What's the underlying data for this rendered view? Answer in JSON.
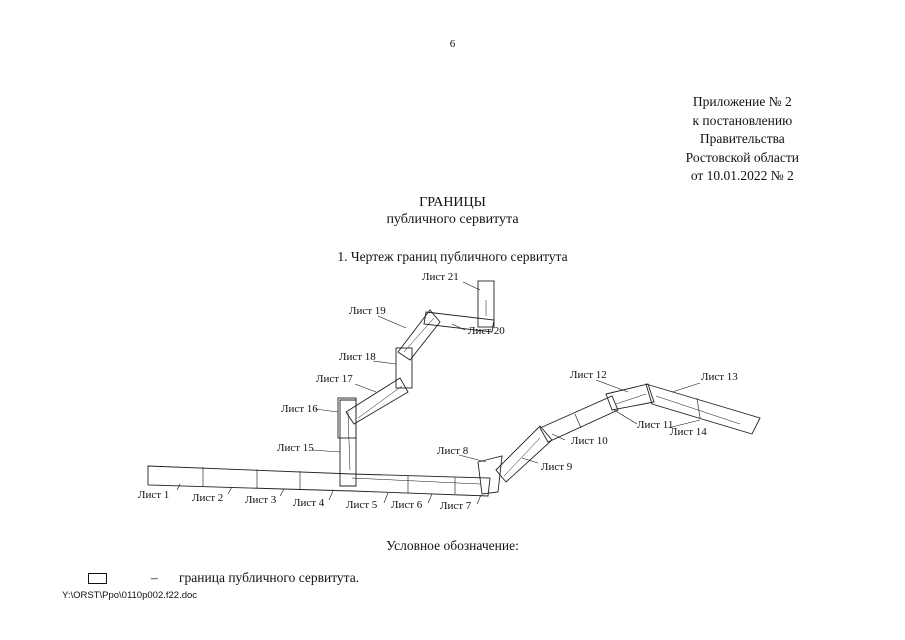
{
  "page_number": "6",
  "appendix": {
    "lines": [
      "Приложение № 2",
      "к постановлению",
      "Правительства",
      "Ростовской области",
      "от 10.01.2022 № 2"
    ]
  },
  "title": {
    "main": "ГРАНИЦЫ",
    "sub": "публичного сервитута"
  },
  "section": {
    "title": "1. Чертеж границ публичного сервитута"
  },
  "plan": {
    "sheets": [
      "Лист 1",
      "Лист 2",
      "Лист 3",
      "Лист 4",
      "Лист 5",
      "Лист 6",
      "Лист 7",
      "Лист 8",
      "Лист 9",
      "Лист 10",
      "Лист 11",
      "Лист 12",
      "Лист 13",
      "Лист 14",
      "Лист 15",
      "Лист 16",
      "Лист 17",
      "Лист 18",
      "Лист 19",
      "Лист 20",
      "Лист 21"
    ]
  },
  "legend": {
    "title": "Условное обозначение:",
    "dash": "–",
    "item": "граница публичного сервитута."
  },
  "footer": {
    "path": "Y:\\ORST\\Ppo\\0110p002.f22.doc"
  }
}
